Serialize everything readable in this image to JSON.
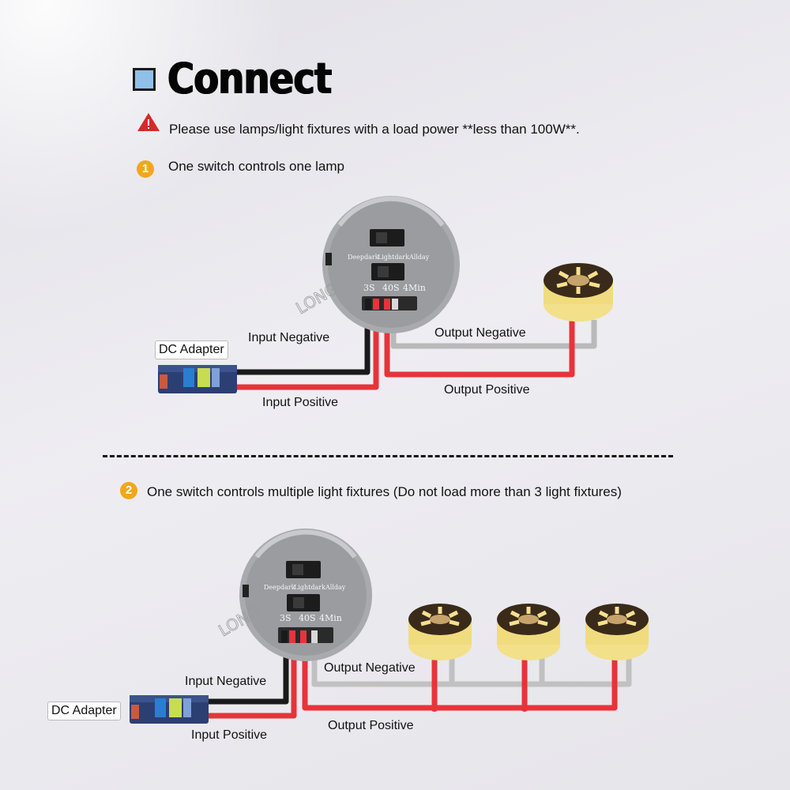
{
  "header": {
    "title": "Connect"
  },
  "warning": {
    "icon": "warning-triangle-icon",
    "text": "Please use lamps/light fixtures with a load power **less than 100W**."
  },
  "section1": {
    "number": "1",
    "title": "One switch controls one lamp",
    "switch": {
      "modes": [
        "Deepdark",
        "Lightdark",
        "Allday"
      ],
      "timers": [
        "3S",
        "40S",
        "4Min"
      ]
    },
    "watermark": "LONG",
    "adapter_label": "DC Adapter",
    "labels": {
      "input_negative": "Input Negative",
      "input_positive": "Input Positive",
      "output_negative": "Output Negative",
      "output_positive": "Output Positive"
    }
  },
  "section2": {
    "number": "2",
    "title": "One switch controls multiple light fixtures (Do not load more than 3 light fixtures)",
    "switch": {
      "modes": [
        "Deepdark",
        "Lightdark",
        "Allday"
      ],
      "timers": [
        "3S",
        "40S",
        "4Min"
      ]
    },
    "watermark": "LONG",
    "adapter_label": "DC Adapter",
    "labels": {
      "input_negative": "Input Negative",
      "input_positive": "Input Positive",
      "output_negative": "Output Negative",
      "output_positive": "Output Positive"
    }
  },
  "colors": {
    "wire_negative_input": "#1a1a1a",
    "wire_positive": "#e8333a",
    "wire_negative_output": "#b9b9b9",
    "badge": "#f0a81b",
    "warning": "#d42a2a",
    "title_box": "#8fc0ea"
  }
}
